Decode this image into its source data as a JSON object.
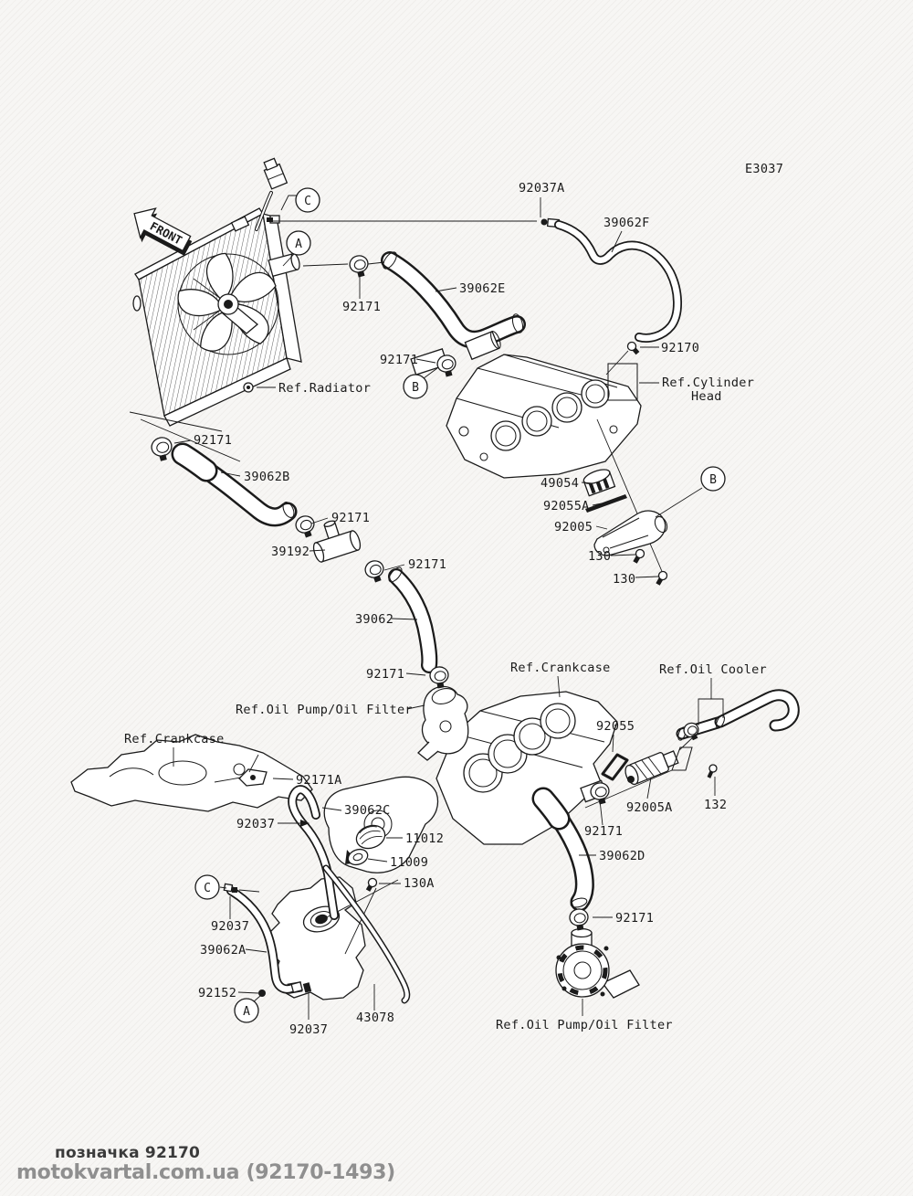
{
  "page": {
    "diagram_code": "E3037",
    "front_label": "FRONT",
    "footer_caption": "позначка 92170",
    "footer_watermark": "motokvartal.com.ua (92170-1493)"
  },
  "callouts": {
    "a": "A",
    "b": "B",
    "c": "C"
  },
  "refs": {
    "radiator": "Ref.Radiator",
    "cylinder_head_1": "Ref.Cylinder",
    "cylinder_head_2": "Head",
    "crankcase": "Ref.Crankcase",
    "oil_cooler": "Ref.Oil Cooler",
    "oil_pump": "Ref.Oil Pump/Oil Filter"
  },
  "parts": {
    "p92037a": "92037A",
    "p39062f": "39062F",
    "p92170": "92170",
    "p92171": "92171",
    "p39062e": "39062E",
    "p39062b": "39062B",
    "p39192": "39192",
    "p39062": "39062",
    "p49054": "49054",
    "p92055a": "92055A",
    "p92005": "92005",
    "p130": "130",
    "p92055": "92055",
    "p92005a": "92005A",
    "p132": "132",
    "p92171a": "92171A",
    "p92037": "92037",
    "p39062c": "39062C",
    "p11012": "11012",
    "p11009": "11009",
    "p130a": "130A",
    "p39062a": "39062A",
    "p92152": "92152",
    "p43078": "43078",
    "p39062d": "39062D"
  }
}
